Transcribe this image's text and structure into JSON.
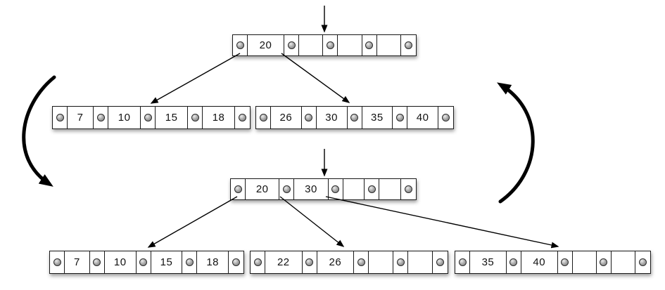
{
  "diagram": {
    "type": "b-tree-insertion-split",
    "description": "Two states of a B-tree shown as a cycle: before split (root with key 20) and after split (root with keys 20 and 30)",
    "colors": {
      "line": "#000000",
      "node_fill": "#ffffff",
      "node_border": "#1a1a1a",
      "pointer_dot": "#9a9a9a",
      "background": "#ffffff"
    },
    "icons": {
      "pointer_dot": "filled-circle",
      "insertion_cursor": "straight-down-arrow",
      "cycle_left": "thick-curved-arrow-downward",
      "cycle_right": "thick-curved-arrow-upward"
    }
  },
  "nodes": {
    "top_root": {
      "role": "root (before split)",
      "keys": [
        "20",
        "",
        "",
        ""
      ]
    },
    "top_left": {
      "role": "left child (before split)",
      "keys": [
        "7",
        "10",
        "15",
        "18"
      ]
    },
    "top_right": {
      "role": "right child (before split)",
      "keys": [
        "26",
        "30",
        "35",
        "40"
      ]
    },
    "bottom_root": {
      "role": "root (after split)",
      "keys": [
        "20",
        "30",
        "",
        ""
      ]
    },
    "bottom_left": {
      "role": "left child (after split)",
      "keys": [
        "7",
        "10",
        "15",
        "18"
      ]
    },
    "bottom_middle": {
      "role": "middle child (after split)",
      "keys": [
        "22",
        "26",
        "",
        ""
      ]
    },
    "bottom_right": {
      "role": "right child (after split)",
      "keys": [
        "35",
        "40",
        "",
        ""
      ]
    }
  }
}
